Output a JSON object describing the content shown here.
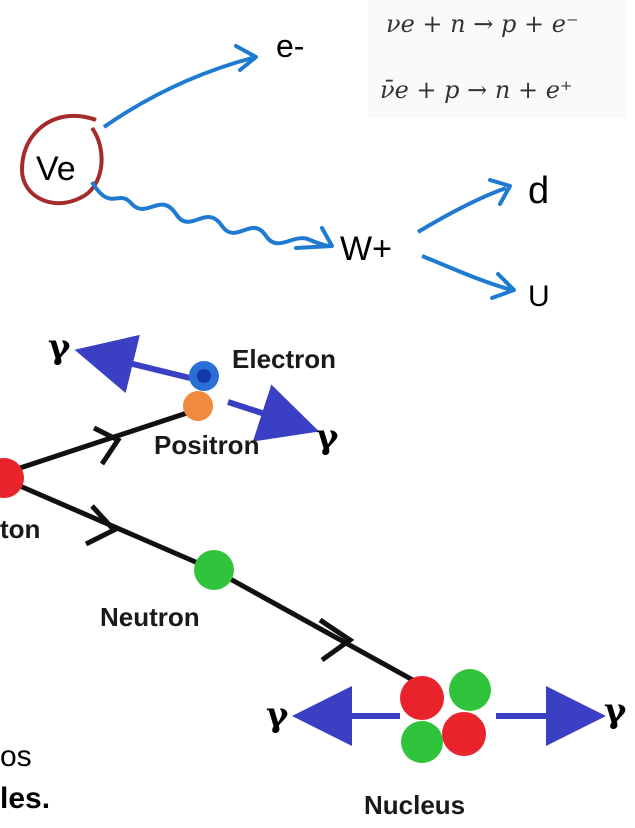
{
  "feynman": {
    "neutrino_label": "Ve",
    "electron_label": "e-",
    "w_label": "W+",
    "d_label": "d",
    "u_label": "U"
  },
  "equations": {
    "eq1": "νe + n → p + e⁻",
    "eq2": "ν̄e + p → n + e⁺"
  },
  "particles": {
    "electron": "Electron",
    "positron": "Positron",
    "proton_partial": "ton",
    "neutron": "Neutron",
    "nucleus": "Nucleus",
    "gamma": "γ"
  },
  "cropped_text": {
    "line1": "os",
    "line2": "les."
  },
  "colors": {
    "feynman_line": "#1f7ad1",
    "circle": "#a52a2a",
    "arrow_blue": "#3b3fc4",
    "proton_red": "#e8232b",
    "neutron_green": "#2fc43b",
    "electron_blue": "#2a6fd6",
    "positron_orange": "#f08a3c"
  }
}
